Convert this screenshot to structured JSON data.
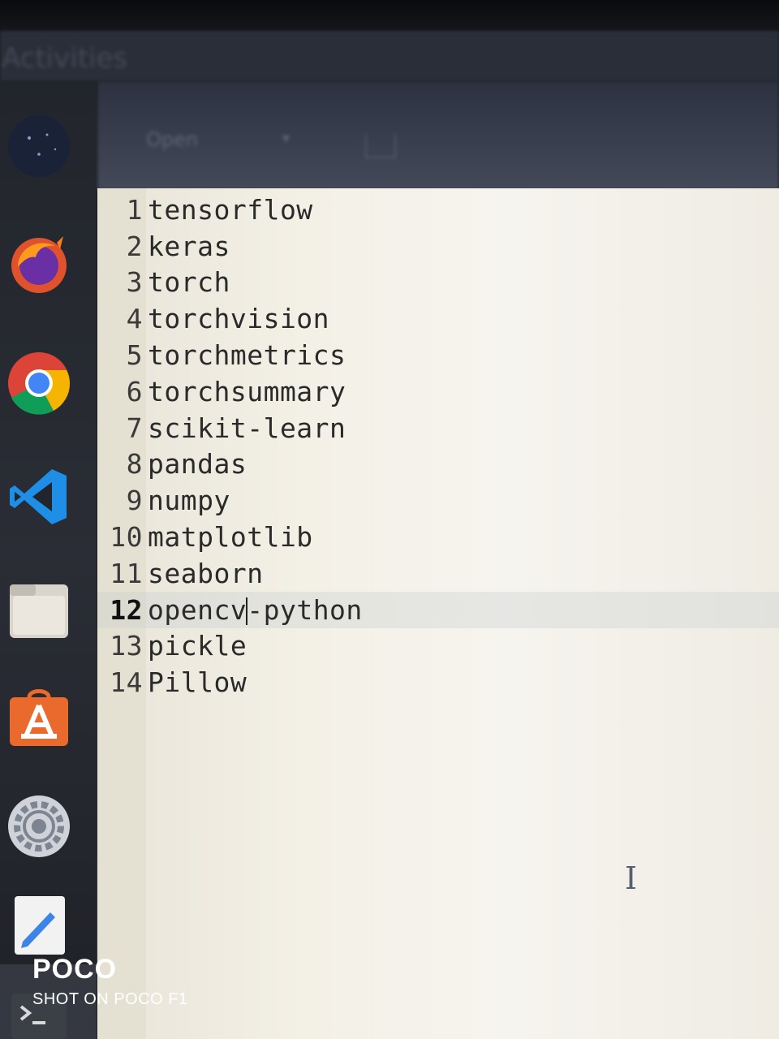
{
  "topbar": {
    "activities_label": "Activities"
  },
  "headerbar": {
    "open_label": "Open",
    "open_arrow": "▾"
  },
  "dock": {
    "items": [
      {
        "name": "ubuntu-logo-icon"
      },
      {
        "name": "firefox-icon"
      },
      {
        "name": "chrome-icon"
      },
      {
        "name": "vscode-icon"
      },
      {
        "name": "files-icon"
      },
      {
        "name": "software-center-icon"
      },
      {
        "name": "settings-icon"
      },
      {
        "name": "text-editor-icon"
      },
      {
        "name": "terminal-icon"
      }
    ]
  },
  "editor": {
    "lines": [
      {
        "num": "1",
        "text": "tensorflow"
      },
      {
        "num": "2",
        "text": "keras"
      },
      {
        "num": "3",
        "text": "torch"
      },
      {
        "num": "4",
        "text": "torchvision"
      },
      {
        "num": "5",
        "text": "torchmetrics"
      },
      {
        "num": "6",
        "text": "torchsummary"
      },
      {
        "num": "7",
        "text": "scikit-learn"
      },
      {
        "num": "8",
        "text": "pandas"
      },
      {
        "num": "9",
        "text": "numpy"
      },
      {
        "num": "10",
        "text": "matplotlib"
      },
      {
        "num": "11",
        "text": "seaborn"
      },
      {
        "num": "12",
        "text_before_cursor": "opencv",
        "text_after_cursor": "-python"
      },
      {
        "num": "13",
        "text": "pickle"
      },
      {
        "num": "14",
        "text": "Pillow"
      }
    ],
    "current_line": "12",
    "mouse_cursor_glyph": "I"
  },
  "watermark": {
    "brand": "POCO",
    "subtitle": "SHOT ON POCO F1"
  }
}
